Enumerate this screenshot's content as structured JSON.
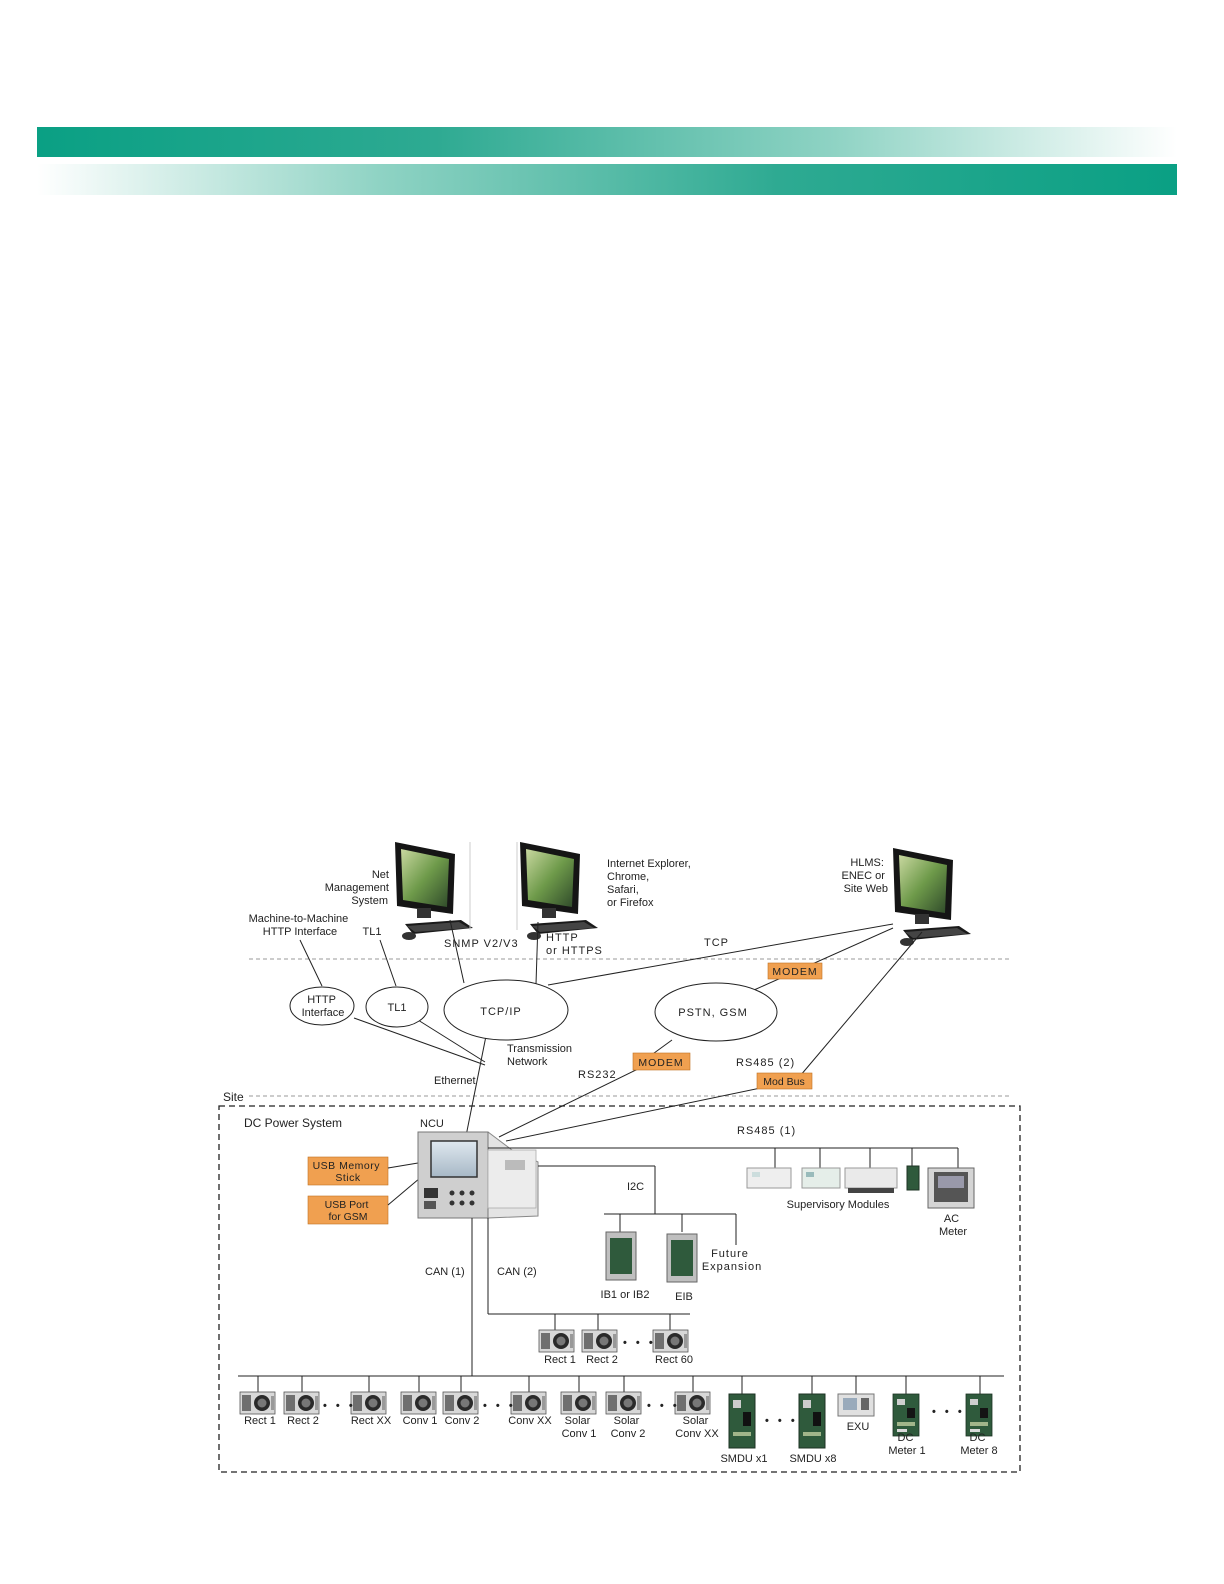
{
  "colors": {
    "band_teal": "#0aa084",
    "orange": "#f0a050",
    "line": "#222222"
  },
  "icons": {
    "monitor": "monitor-icon",
    "ncu": "ncu-controller-icon",
    "rectifier": "rectifier-module-icon",
    "board": "circuit-board-icon"
  },
  "diagram": {
    "workstations": {
      "nms": [
        "Net",
        "Management",
        "System"
      ],
      "browser": [
        "Internet Explorer,",
        "Chrome,",
        "Safari,",
        "or Firefox"
      ],
      "hlms": [
        "HLMS:",
        "ENEC or",
        "Site Web"
      ]
    },
    "top_labels": {
      "m2m": [
        "Machine-to-Machine",
        "HTTP Interface"
      ],
      "tl1": "TL1",
      "snmp": "SNMP V2/V3",
      "http": [
        "HTTP",
        "or HTTPS"
      ],
      "tcp": "TCP",
      "transmission": [
        "Transmission",
        "Network"
      ],
      "ethernet": "Ethernet",
      "rs232": "RS232",
      "rs485_2": "RS485 (2)",
      "site": "Site"
    },
    "networks": {
      "http_interface": [
        "HTTP",
        "Interface"
      ],
      "tl1": "TL1",
      "tcpip": "TCP/IP",
      "pstn": "PSTN, GSM"
    },
    "orange_labels": {
      "modem_top": "MODEM",
      "modem_mid": "MODEM",
      "modbus": "Mod Bus",
      "usb_stick": [
        "USB Memory",
        "Stick"
      ],
      "usb_gsm": [
        "USB Port",
        "for GSM"
      ]
    },
    "site": {
      "dc_power_system": "DC Power System",
      "ncu": "NCU",
      "rs485_1": "RS485 (1)",
      "i2c": "I2C",
      "supervisory": "Supervisory Modules",
      "ac_meter": [
        "AC",
        "Meter"
      ],
      "ib": "IB1 or IB2",
      "eib": "EIB",
      "future": [
        "Future",
        "Expansion"
      ],
      "can1": "CAN (1)",
      "can2": "CAN (2)",
      "can2_rects": [
        "Rect 1",
        "Rect 2",
        "Rect 60"
      ],
      "bottom": {
        "rect1": "Rect 1",
        "rect2": "Rect 2",
        "rectxx": "Rect XX",
        "conv1": "Conv 1",
        "conv2": "Conv 2",
        "convxx": "Conv XX",
        "solar1": [
          "Solar",
          "Conv 1"
        ],
        "solar2": [
          "Solar",
          "Conv 2"
        ],
        "solarxx": [
          "Solar",
          "Conv XX"
        ],
        "smdu1": "SMDU x1",
        "smdu8": "SMDU x8",
        "exu": "EXU",
        "dcmeter1": [
          "DC",
          "Meter 1"
        ],
        "dcmeter8": [
          "DC",
          "Meter 8"
        ]
      },
      "ellipsis": "• • •"
    }
  }
}
